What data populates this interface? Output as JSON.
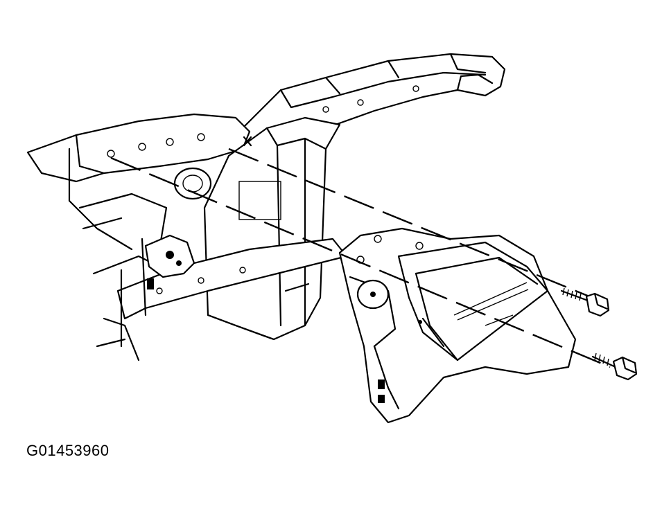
{
  "figure": {
    "id_label": "G01453960"
  },
  "diagram": {
    "bolts": [
      {
        "name": "upper-mounting-bolt"
      },
      {
        "name": "lower-mounting-bolt"
      }
    ],
    "colors": {
      "line": "#000000",
      "background": "#ffffff"
    }
  }
}
